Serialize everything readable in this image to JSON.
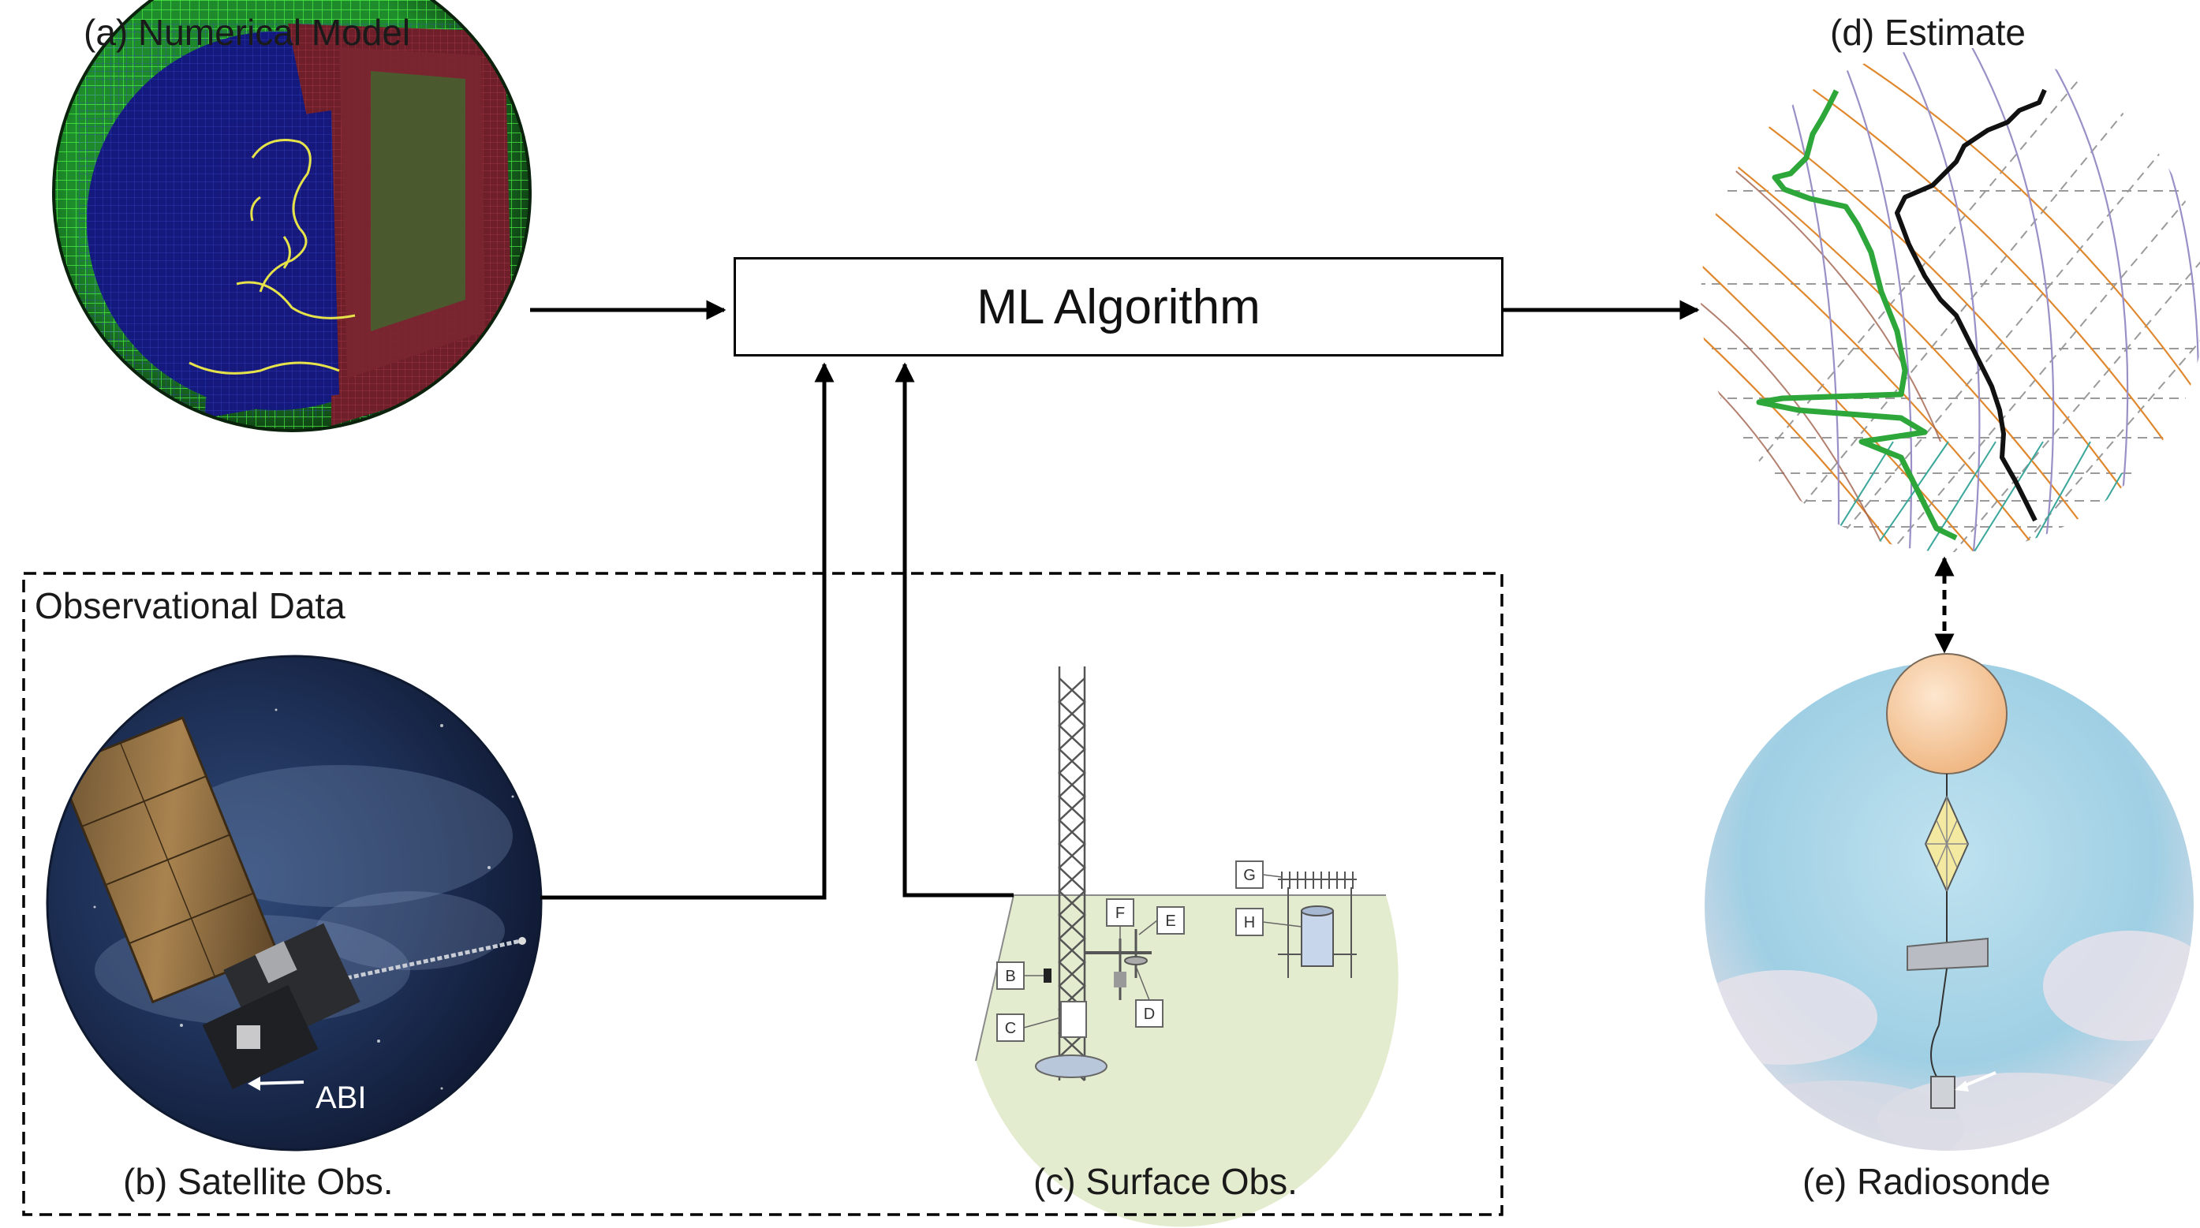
{
  "labels": {
    "numerical_model": "(a) Numerical Model",
    "satellite": "(b) Satellite Obs.",
    "surface": "(c) Surface Obs.",
    "estimate": "(d) Estimate",
    "radiosonde": "(e) Radiosonde",
    "observational_data": "Observational Data",
    "ml_algorithm": "ML Algorithm",
    "abi": "ABI"
  },
  "surface_callouts": [
    "B",
    "C",
    "D",
    "E",
    "F",
    "G",
    "H"
  ],
  "colors": {
    "grid_green": "#35d12f",
    "globe_blue": "#13177a",
    "model_red": "#8b2a32",
    "space_blue": "#1d2b4a",
    "ground_green": "#e4eccf",
    "sky_blue": "#a9d4e6",
    "balloon": "#f6c79b",
    "profile_green": "#2da63a",
    "profile_black": "#111111"
  }
}
